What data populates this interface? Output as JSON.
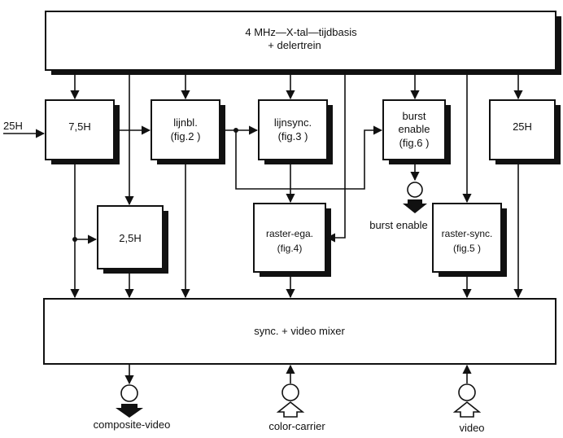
{
  "colors": {
    "ink": "#111111",
    "paper": "#ffffff",
    "shadow": "#111111"
  },
  "blocks": {
    "timebase": {
      "line1": "4 MHz—X-tal—tijdbasis",
      "line2": "+ delertrein"
    },
    "b75h": {
      "label": "7,5H"
    },
    "lijnbl": {
      "line1": "lijnbl.",
      "line2": "(fig.2 )"
    },
    "lijnsync": {
      "line1": "lijnsync.",
      "line2": "(fig.3  )"
    },
    "burst": {
      "line1": "burst",
      "line2": "enable",
      "line3": "(fig.6 )"
    },
    "b25h": {
      "label": "25H"
    },
    "b25h_small": {
      "label": "2,5H"
    },
    "rasterega": {
      "line1": "raster-ega.",
      "line2": "(fig.4)"
    },
    "rastersync": {
      "line1": "raster-sync.",
      "line2": "(fig.5  )"
    },
    "mixer": {
      "label": "sync. + video   mixer"
    }
  },
  "signals": {
    "input_25h": "25H",
    "burst_enable_out": "burst enable",
    "composite_video": "composite-video",
    "color_carrier": "color-carrier",
    "video": "video"
  },
  "icons": {
    "connector": "circle-connector-icon",
    "output_arrow": "filled-down-arrow-icon",
    "input_arrow": "hollow-up-arrow-icon"
  }
}
